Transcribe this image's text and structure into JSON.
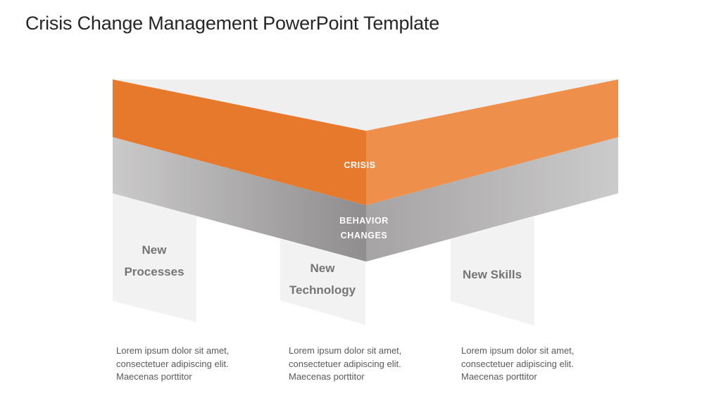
{
  "title": "Crisis Change Management PowerPoint Template",
  "diagram": {
    "crisis_label": "CRISIS",
    "behavior_line1": "BEHAVIOR",
    "behavior_line2": "CHANGES",
    "columns": [
      {
        "label": "New Processes",
        "description": "Lorem ipsum dolor sit amet, consectetuer adipiscing elit. Maecenas porttitor"
      },
      {
        "label": "New Technology",
        "description": "Lorem ipsum dolor sit amet, consectetuer adipiscing elit. Maecenas porttitor"
      },
      {
        "label": "New Skills",
        "description": "Lorem ipsum dolor sit amet, consectetuer adipiscing elit. Maecenas porttitor"
      }
    ]
  },
  "colors": {
    "title_color": "#262626",
    "band_label_color": "#ffffff",
    "label_gray": "#757575",
    "body_text": "#595959",
    "orange_left": "#e7792c",
    "orange_right": "#ee8f4b",
    "top_surface": "#f0eff0",
    "band_gray_outer_left": "#cbcaca",
    "band_gray_inner_left": "#8f8d8e",
    "band_gray_inner_right": "#a5a3a4",
    "band_gray_outer_right": "#cccbcb",
    "column_gray": "#f3f2f2",
    "column_white": "#ffffff"
  }
}
